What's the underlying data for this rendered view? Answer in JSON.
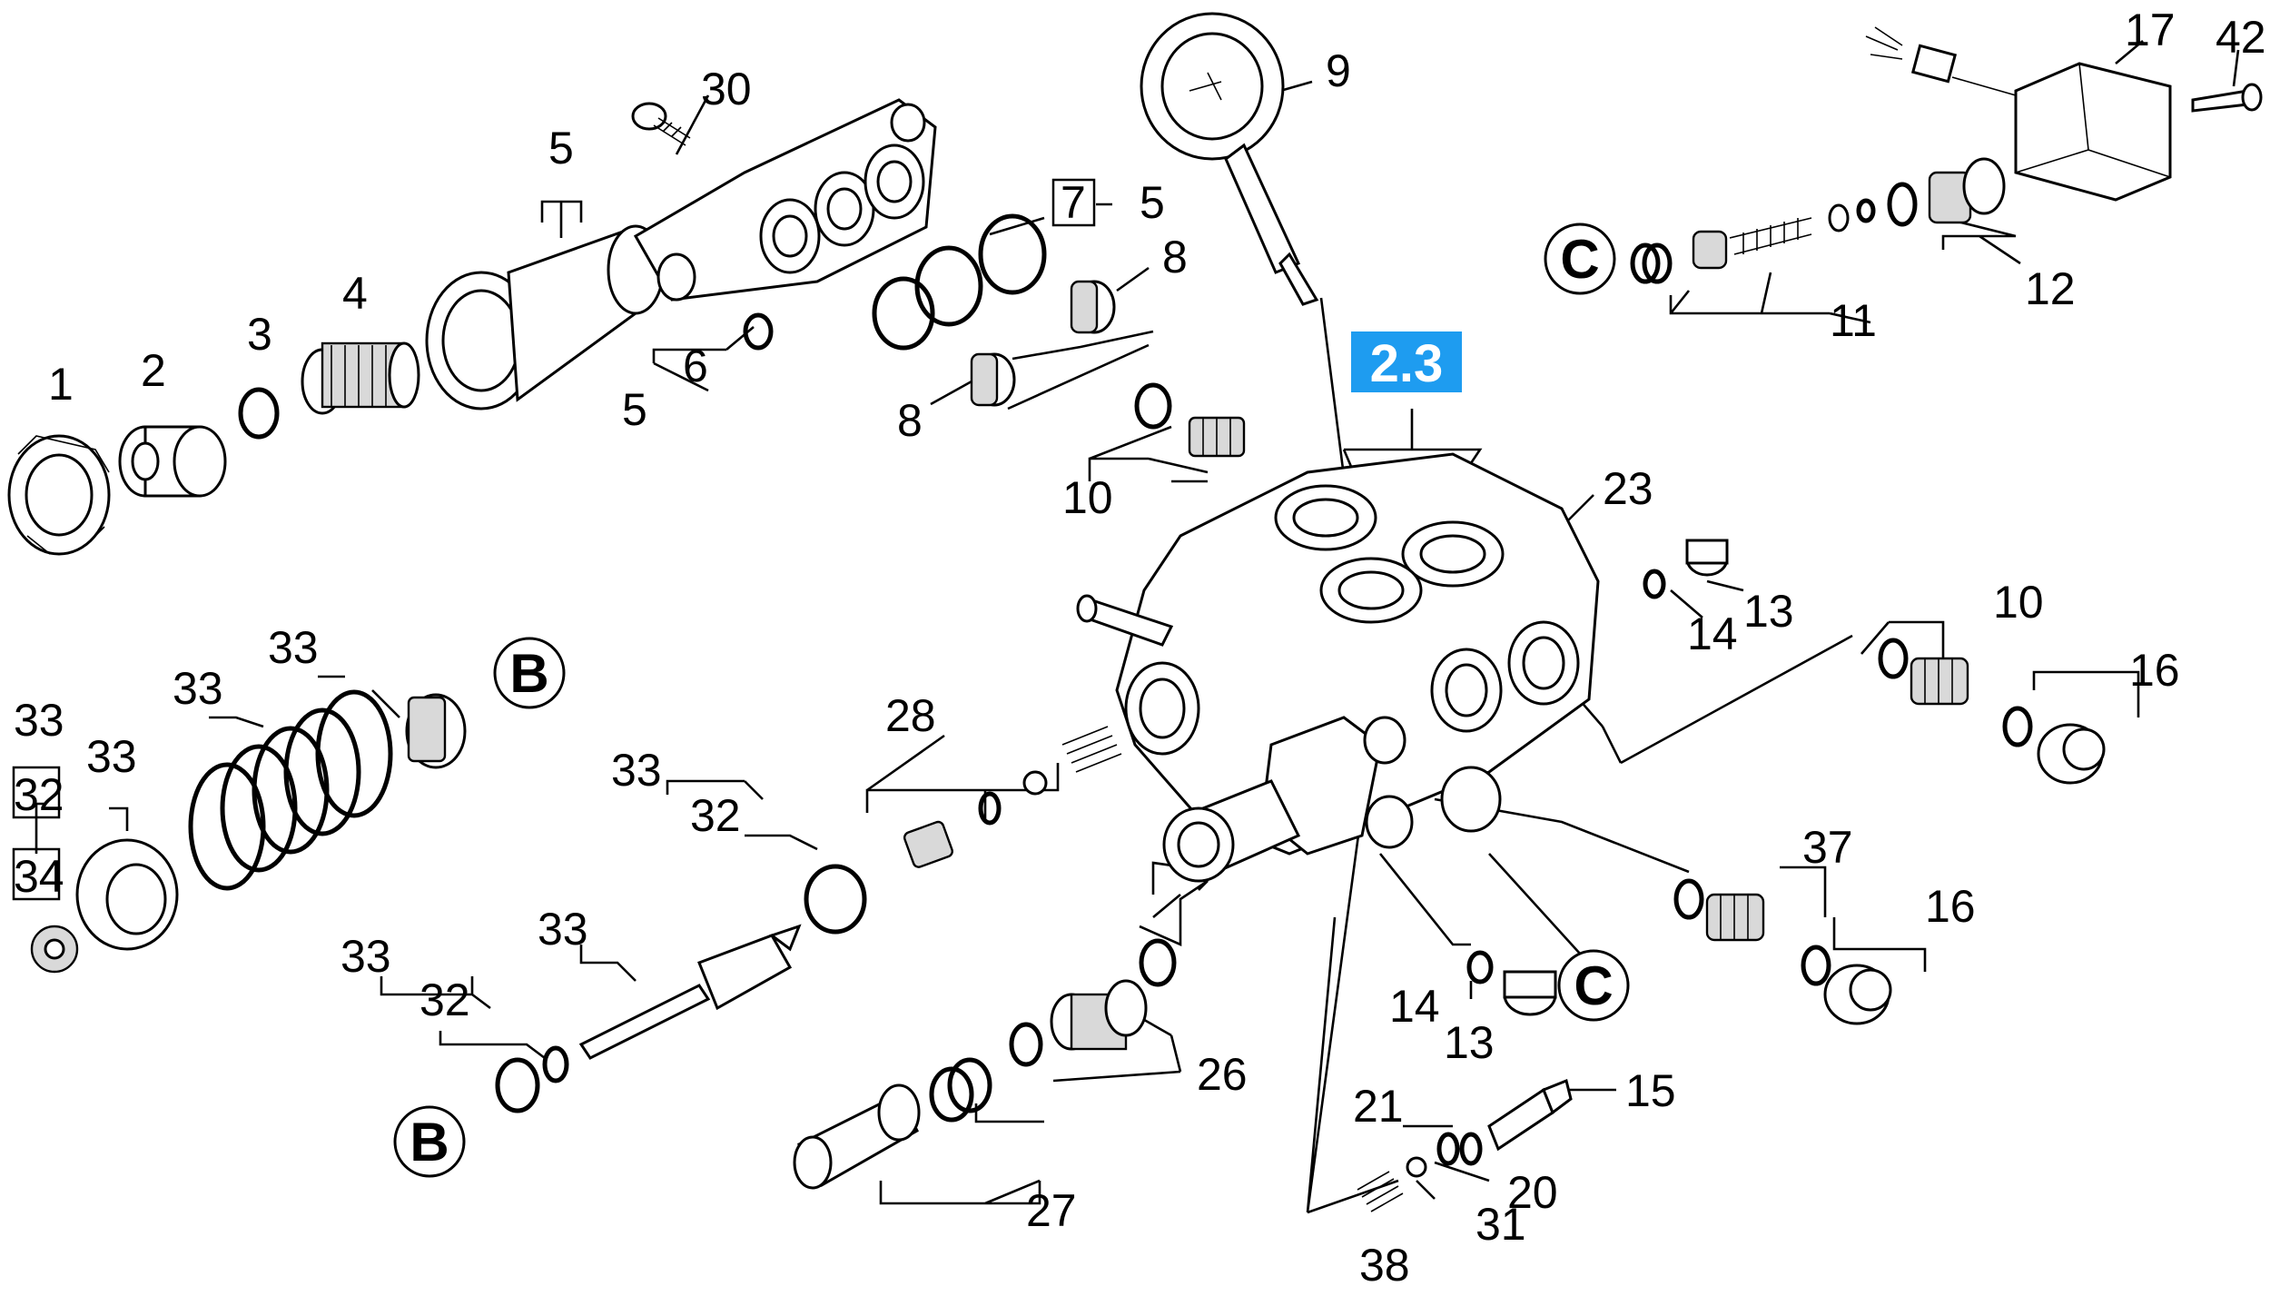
{
  "diagram": {
    "reference_badge": "2.3",
    "callouts": {
      "B_top": "B",
      "B_bottom": "B",
      "C_left": "C",
      "C_mid": "C"
    },
    "labels": {
      "p1": "1",
      "p2": "2",
      "p3": "3",
      "p4": "4",
      "p5a": "5",
      "p5b": "5",
      "p5c": "5",
      "p6": "6",
      "p7": "7",
      "p8a": "8",
      "p8b": "8",
      "p9": "9",
      "p10a": "10",
      "p10b": "10",
      "p11": "11",
      "p12": "12",
      "p13a": "13",
      "p13b": "13",
      "p14a": "14",
      "p14b": "14",
      "p15": "15",
      "p16a": "16",
      "p16b": "16",
      "p17": "17",
      "p20": "20",
      "p21": "21",
      "p23": "23",
      "p26": "26",
      "p27": "27",
      "p28": "28",
      "p30": "30",
      "p31": "31",
      "p32a": "32",
      "p32b": "32",
      "p32c": "32",
      "p33a": "33",
      "p33b": "33",
      "p33c": "33",
      "p33d": "33",
      "p33e": "33",
      "p33f": "33",
      "p33g": "33",
      "p34": "34",
      "p37": "37",
      "p38": "38",
      "p42": "42"
    }
  }
}
